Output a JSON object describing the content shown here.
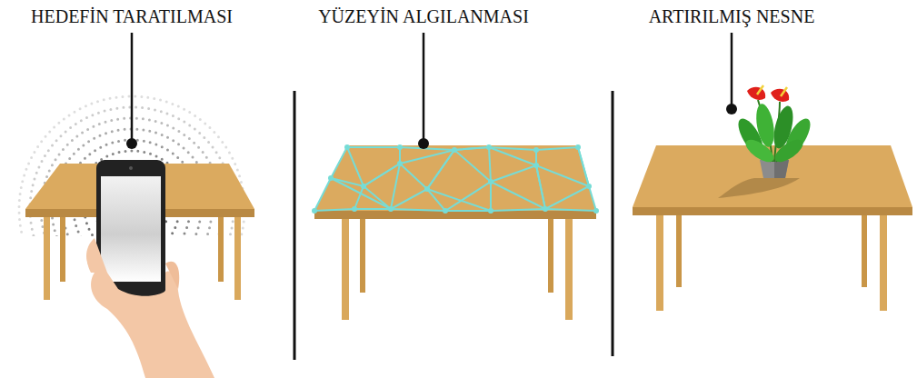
{
  "diagram": {
    "labels": [
      "HEDEFİN TARATILMASI",
      "YÜZEYİN ALGILANMASI",
      "ARTIRILMIŞ NESNE"
    ]
  }
}
